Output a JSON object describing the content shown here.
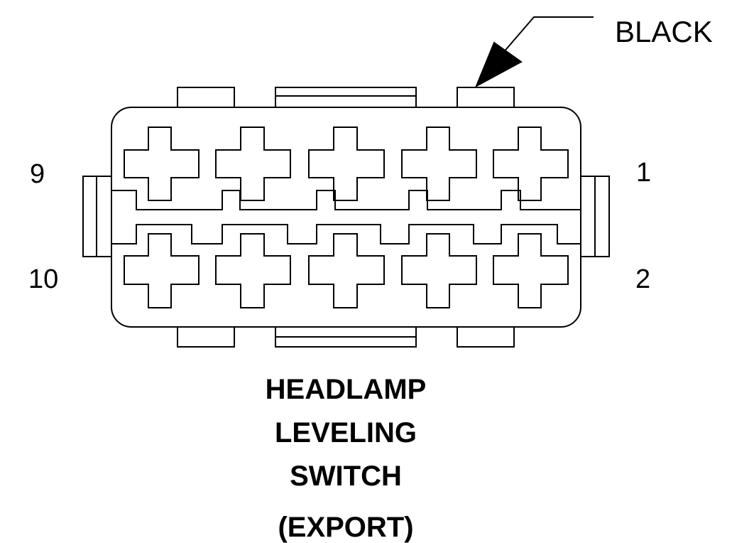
{
  "callout": {
    "label": "BLACK"
  },
  "pins": {
    "top_left": "9",
    "bottom_left": "10",
    "top_right": "1",
    "bottom_right": "2"
  },
  "caption": {
    "line1": "HEADLAMP",
    "line2": "LEVELING",
    "line3": "SWITCH",
    "line4": "(EXPORT)"
  },
  "colors": {
    "stroke": "#000000",
    "background": "#ffffff"
  }
}
